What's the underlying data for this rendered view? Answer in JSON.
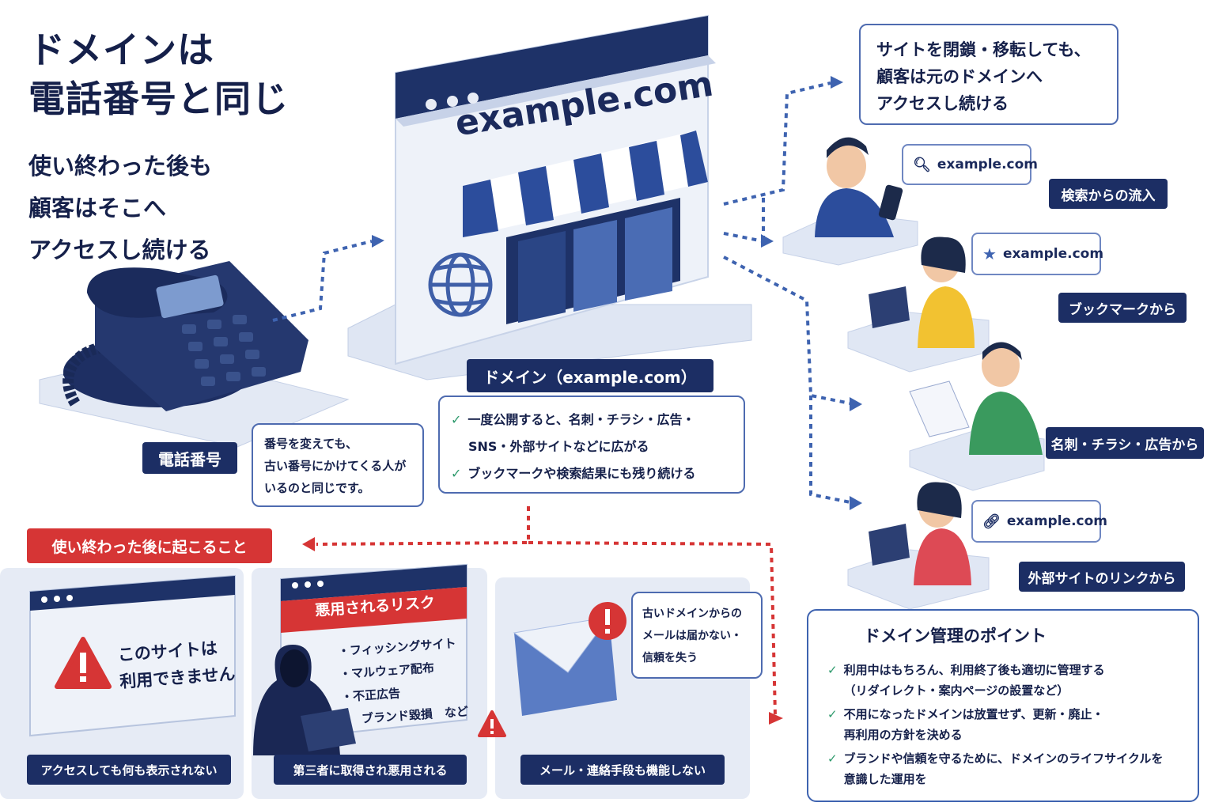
{
  "header": {
    "title_line1": "ドメインは",
    "title_line2": "電話番号と同じ",
    "subtitle_line1": "使い終わった後も",
    "subtitle_line2": "顧客はそこへ",
    "subtitle_line3": "アクセスし続ける"
  },
  "store": {
    "url": "example.com",
    "domain_label": "ドメイン（example.com）",
    "points": [
      "一度公開すると、名刺・チラシ・広告・",
      "SNS・外部サイトなどに広がる",
      "ブックマークや検索結果にも残り続ける"
    ]
  },
  "phone": {
    "label": "電話番号",
    "note_line1": "番号を変えても、",
    "note_line2": "古い番号にかけてくる人が",
    "note_line3": "いるのと同じです。"
  },
  "top_right": {
    "line1": "サイトを閉鎖・移転しても、",
    "line2": "顧客は元のドメインへ",
    "line3": "アクセスし続ける"
  },
  "sources": [
    {
      "chip": "example.com",
      "label": "検索からの流入",
      "icon": "search-icon"
    },
    {
      "chip": "example.com",
      "label": "ブックマークから",
      "icon": "star-icon"
    },
    {
      "label": "名刺・チラシ・広告から"
    },
    {
      "chip": "example.com",
      "label": "外部サイトのリンクから",
      "icon": "link-icon"
    }
  ],
  "after": {
    "heading": "使い終わった後に起こること",
    "panel1": {
      "line1": "このサイトは",
      "line2": "利用できません",
      "caption": "アクセスしても何も表示されない"
    },
    "panel2": {
      "header": "悪用されるリスク",
      "items": [
        "・フィッシングサイト",
        "・マルウェア配布",
        "・不正広告",
        "ブランド毀損　など"
      ],
      "caption": "第三者に取得され悪用される"
    },
    "panel3": {
      "line1": "古いドメインからの",
      "line2": "メールは届かない・",
      "line3": "信頼を失う",
      "caption": "メール・連絡手段も機能しない"
    }
  },
  "management": {
    "heading": "ドメイン管理のポイント",
    "items": [
      {
        "line1": "利用中はもちろん、利用終了後も適切に管理する",
        "line2": "（リダイレクト・案内ページの設置など）"
      },
      {
        "line1": "不用になったドメインは放置せず、更新・廃止・",
        "line2": "再利用の方針を決める"
      },
      {
        "line1": "ブランドや信頼を守るために、ドメインのライフサイクルを",
        "line2": "意識した運用を"
      }
    ]
  },
  "colors": {
    "navy": "#1c2e64",
    "accent_blue": "#3e63b0",
    "red": "#d63535",
    "green": "#2e9a6c"
  }
}
